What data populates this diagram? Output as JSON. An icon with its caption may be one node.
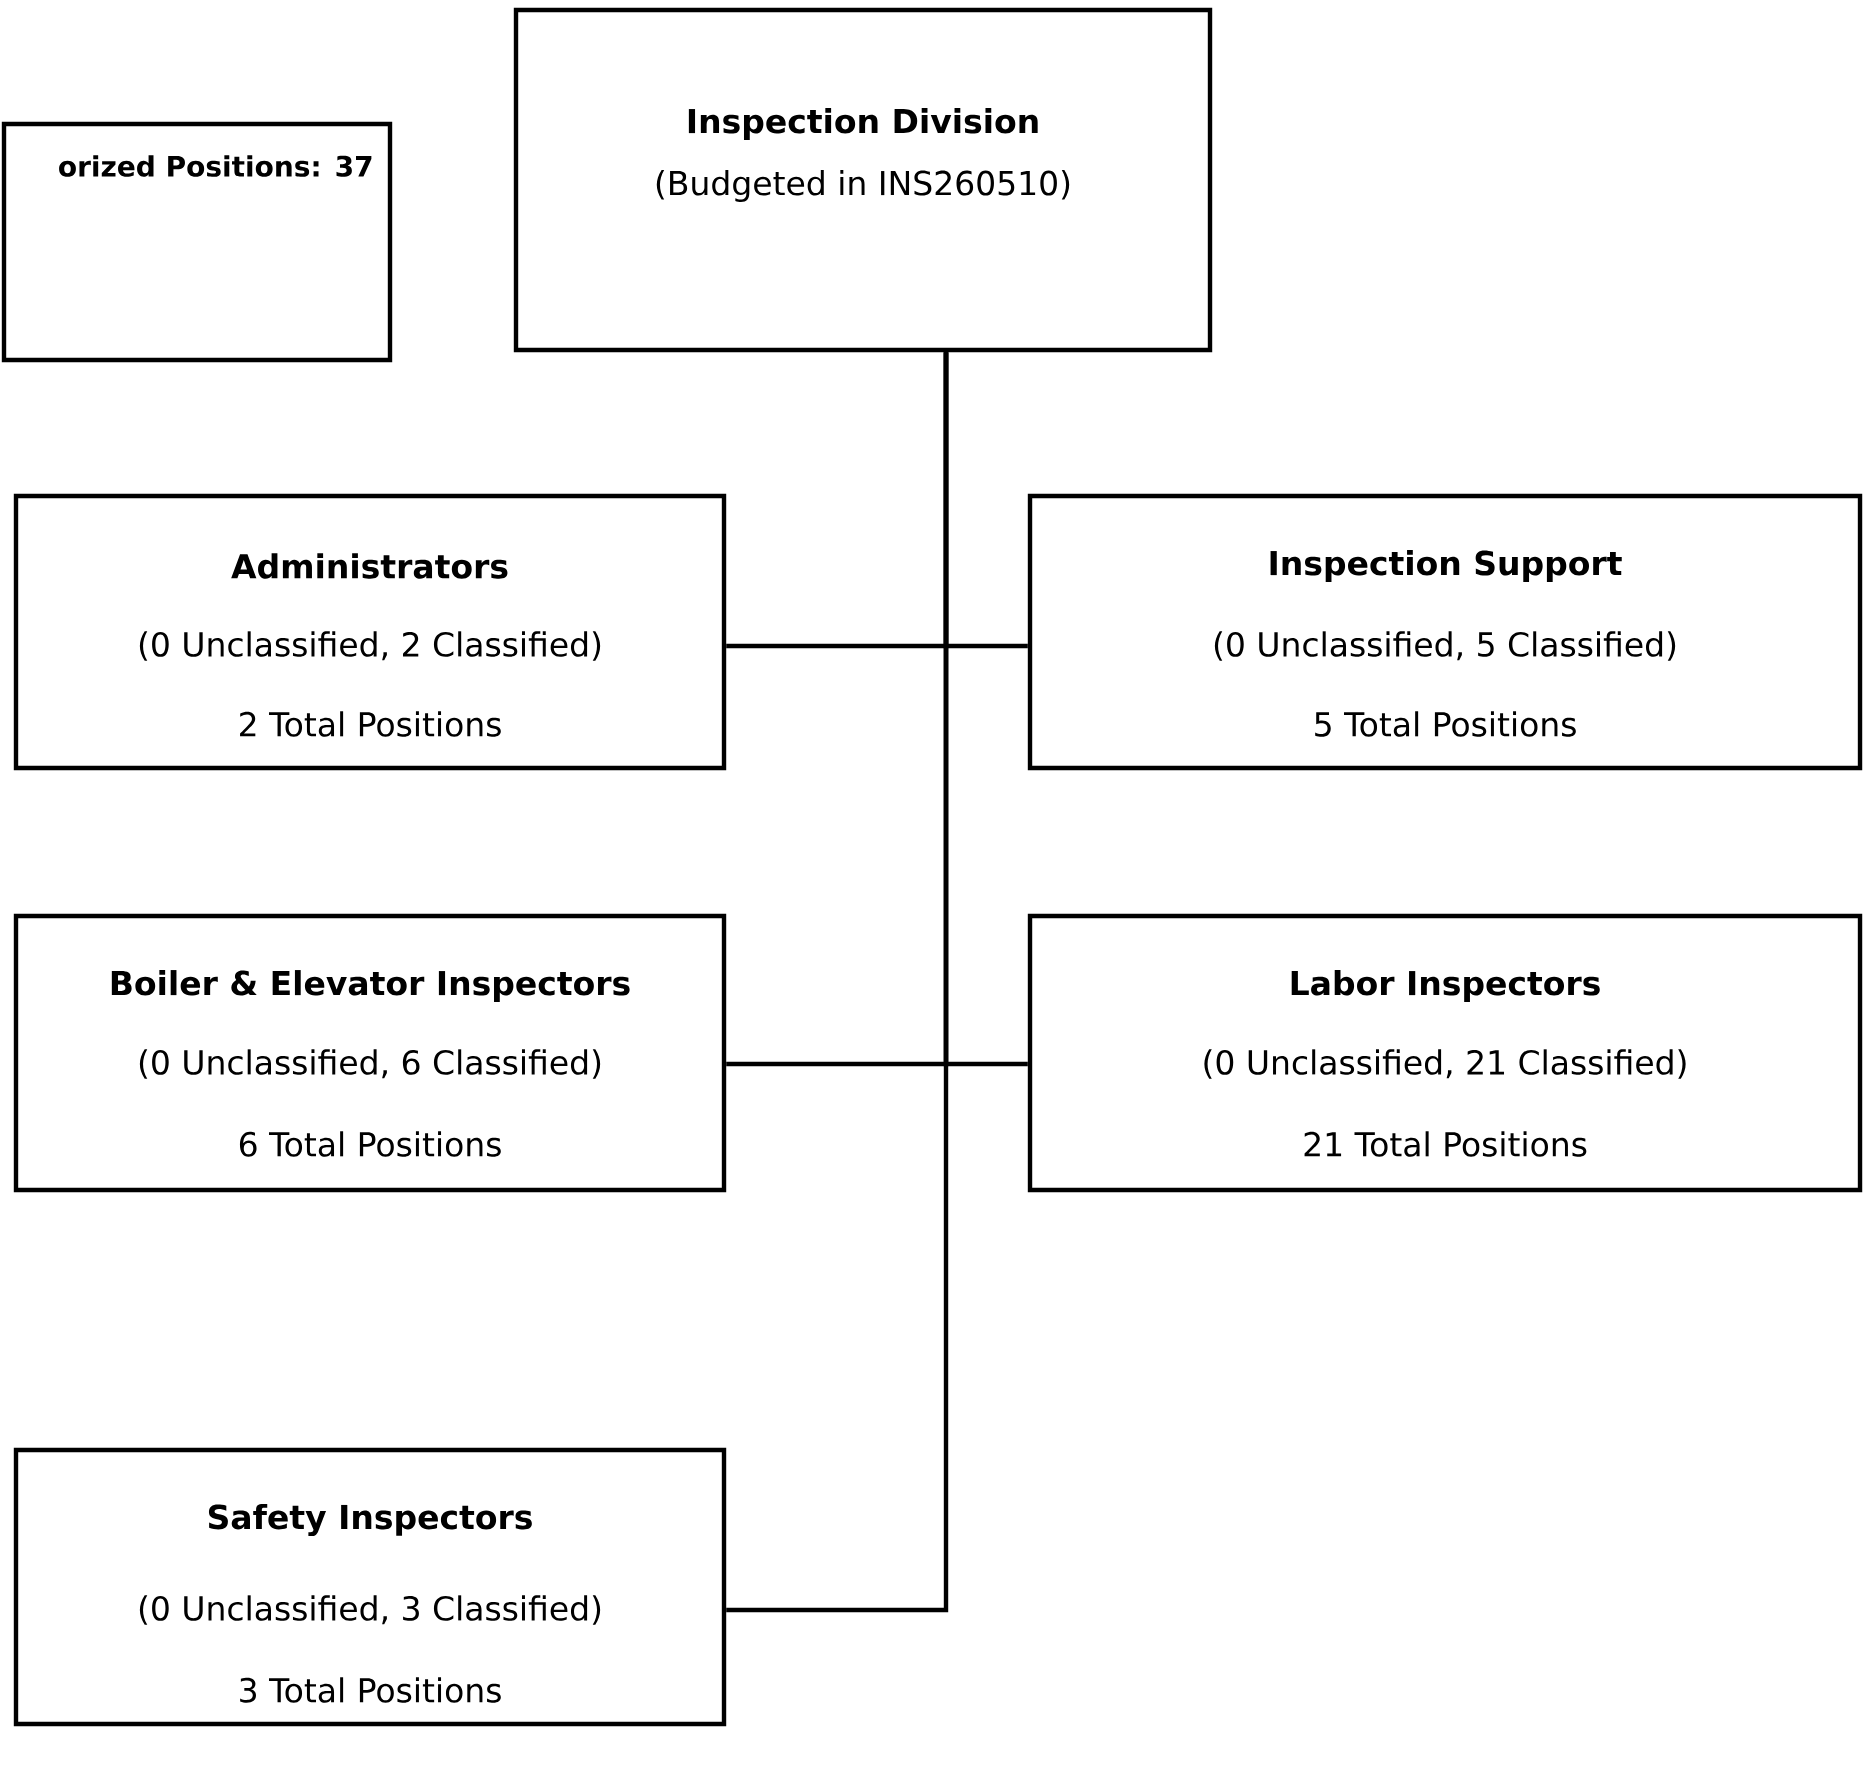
{
  "diagram": {
    "nodes": [
      {
        "text": [
          "orized Positions: 37"
        ]
      },
      {
        "text": [
          "Inspection Division",
          "(Budgeted in INS260510)"
        ]
      },
      {
        "text": [
          "Administrators",
          "(0 Unclassified, 2 Classified)",
          "2 Total Positions"
        ]
      },
      {
        "text": [
          "Inspection Support",
          "(0 Unclassified, 5 Classified)",
          "5 Total Positions"
        ]
      },
      {
        "text": [
          "Boiler & Elevator Inspectors",
          "(0 Unclassified, 6 Classified)",
          "6 Total Positions"
        ]
      },
      {
        "text": [
          "Labor Inspectors",
          "(0 Unclassified, 21 Classified)",
          "21 Total Positions"
        ]
      },
      {
        "text": [
          "Safety Inspectors",
          "(0 Unclassified, 3 Classified)",
          "3 Total Positions"
        ]
      }
    ],
    "edges": [
      {
        "from": 1,
        "to": 2,
        "arrow": "none"
      },
      {
        "from": 1,
        "to": 3,
        "arrow": "none"
      },
      {
        "from": 1,
        "to": 4,
        "arrow": "none"
      },
      {
        "from": 1,
        "to": 5,
        "arrow": "none"
      },
      {
        "from": 1,
        "to": 6,
        "arrow": "none"
      }
    ]
  }
}
